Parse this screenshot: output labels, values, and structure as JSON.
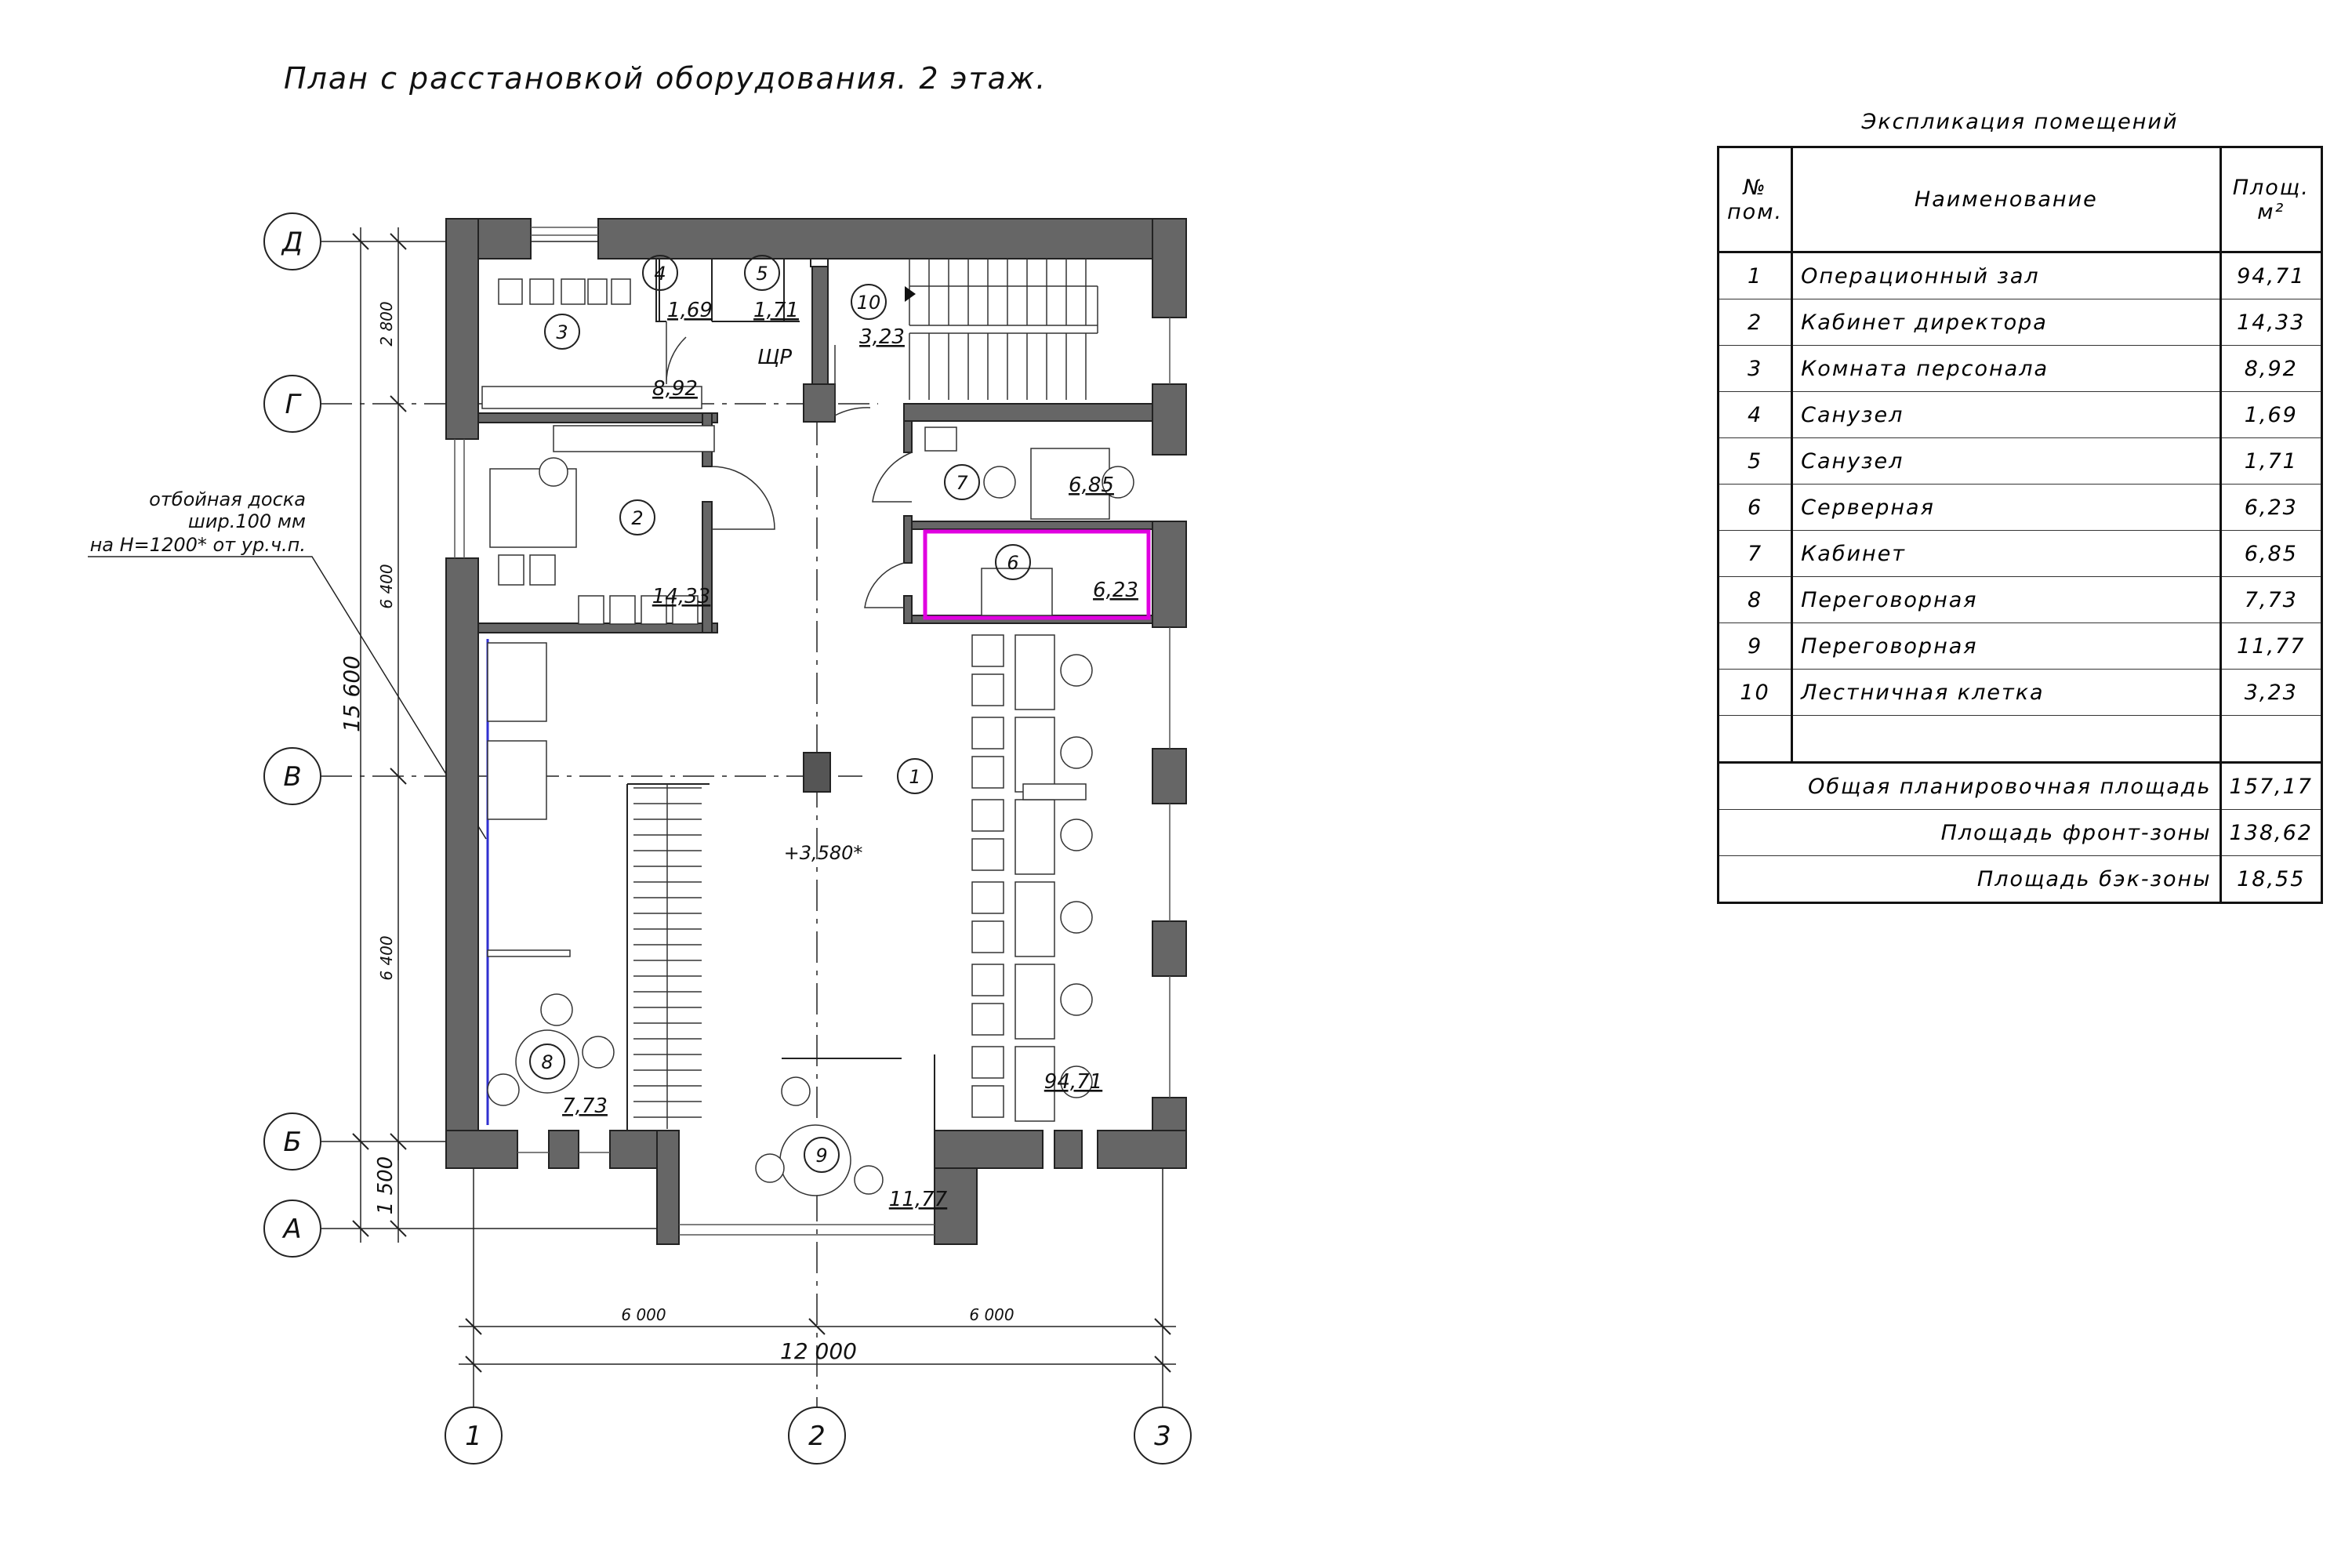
{
  "title": "План с расстановкой оборудования. 2 этаж.",
  "axes": {
    "rows": [
      "Д",
      "Г",
      "В",
      "Б",
      "А"
    ],
    "columns": [
      "1",
      "2",
      "3"
    ]
  },
  "dimensions": {
    "vertical": [
      "2 800",
      "6 400",
      "6 400",
      "1 500"
    ],
    "vertical_total": "15 600",
    "horizontal": [
      "6 000",
      "6 000"
    ],
    "horizontal_total": "12 000"
  },
  "note": {
    "line1": "отбойная доска",
    "line2": "шир.100 мм",
    "line3": "на Н=1200* от ур.ч.п."
  },
  "plan_labels": {
    "level_mark": "+3,580*",
    "panel": "ЩР",
    "rooms": [
      {
        "num": "1",
        "area": "94,71"
      },
      {
        "num": "2",
        "area": "14,33"
      },
      {
        "num": "3",
        "area": "8,92"
      },
      {
        "num": "4",
        "area": "1,69"
      },
      {
        "num": "5",
        "area": "1,71"
      },
      {
        "num": "6",
        "area": "6,23"
      },
      {
        "num": "7",
        "area": "6,85"
      },
      {
        "num": "8",
        "area": "7,73"
      },
      {
        "num": "9",
        "area": "11,77"
      },
      {
        "num": "10",
        "area": "3,23"
      }
    ]
  },
  "explication": {
    "title": "Экспликация помещений",
    "headers": {
      "num_l1": "№",
      "num_l2": "пом.",
      "name": "Наименование",
      "area_l1": "Площ.",
      "area_l2": "м²"
    },
    "rows": [
      {
        "num": "1",
        "name": "Операционный зал",
        "area": "94,71"
      },
      {
        "num": "2",
        "name": "Кабинет директора",
        "area": "14,33"
      },
      {
        "num": "3",
        "name": "Комната персонала",
        "area": "8,92"
      },
      {
        "num": "4",
        "name": "Санузел",
        "area": "1,69"
      },
      {
        "num": "5",
        "name": "Санузел",
        "area": "1,71"
      },
      {
        "num": "6",
        "name": "Серверная",
        "area": "6,23"
      },
      {
        "num": "7",
        "name": "Кабинет",
        "area": "6,85"
      },
      {
        "num": "8",
        "name": "Переговорная",
        "area": "7,73"
      },
      {
        "num": "9",
        "name": "Переговорная",
        "area": "11,77"
      },
      {
        "num": "10",
        "name": "Лестничная клетка",
        "area": "3,23"
      }
    ],
    "totals": [
      {
        "label": "Общая планировочная площадь",
        "value": "157,17"
      },
      {
        "label": "Площадь фронт-зоны",
        "value": "138,62"
      },
      {
        "label": "Площадь бэк-зоны",
        "value": "18,55"
      }
    ]
  },
  "colors": {
    "wall": "#666666",
    "server_outline": "#e000e0",
    "bumper": "#3030d0"
  }
}
